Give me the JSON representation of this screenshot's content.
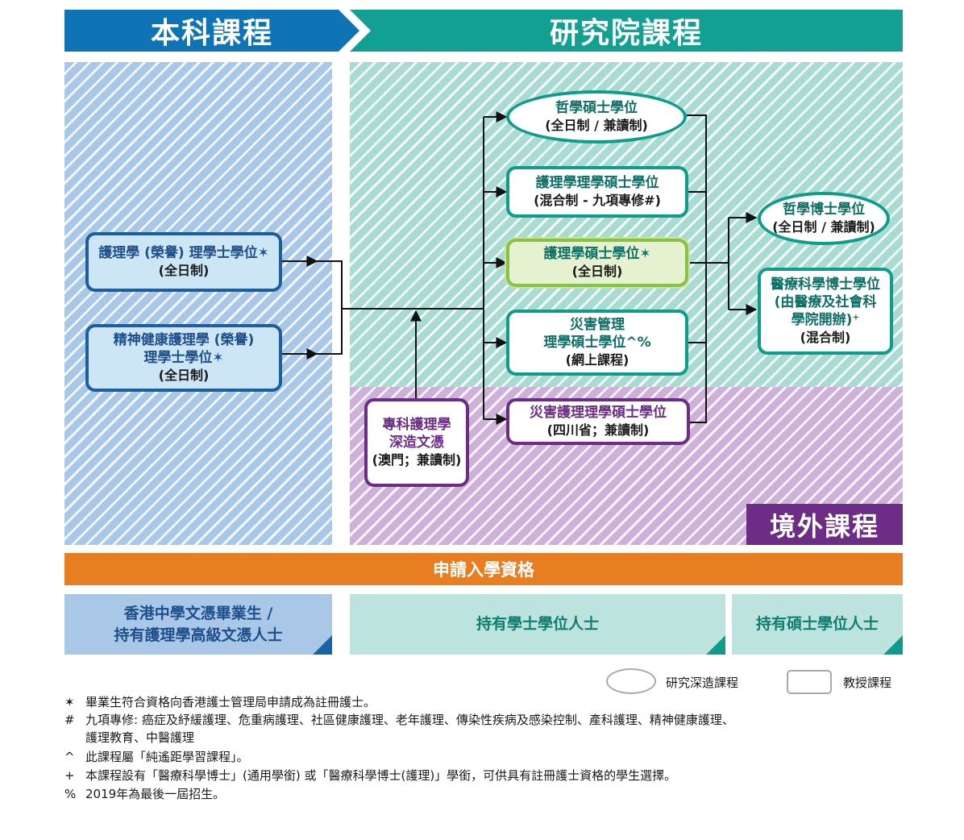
{
  "banners": {
    "undergraduate": "本科課程",
    "postgraduate": "研究院課程",
    "overseas": "境外課程"
  },
  "programmes": {
    "bn_hons": {
      "title": "護理學 (榮譽) 理學士學位✶",
      "mode": "(全日制)"
    },
    "bn_mh": {
      "title_line1": "精神健康護理學 (榮譽)",
      "title_line2": "理學士學位✶",
      "mode": "(全日制)"
    },
    "mphil": {
      "title": "哲學碩士學位",
      "mode": "(全日制 / 兼讀制)"
    },
    "msc_nursing": {
      "title": "護理學理學碩士學位",
      "mode": "(混合制 - 九項專修#)"
    },
    "mn": {
      "title": "護理學碩士學位✶",
      "mode": "(全日制)"
    },
    "disaster": {
      "title_line1": "災害管理",
      "title_line2": "理學碩士學位^%",
      "mode": "(網上課程)"
    },
    "disaster_sichuan": {
      "title": "災害護理理學碩士學位",
      "mode": "(四川省；兼讀制)"
    },
    "macau": {
      "title_line1": "專科護理學",
      "title_line2": "深造文憑",
      "mode": "(澳門；兼讀制)"
    },
    "phd": {
      "title": "哲學博士學位",
      "mode": "(全日制 / 兼讀制)"
    },
    "dhsc": {
      "title_line1": "醫療科學博士學位",
      "title_line2": "(由醫療及社會科",
      "title_line3": "學院開辦)⁺",
      "mode": "(混合制)"
    }
  },
  "admission": {
    "header": "申請入學資格",
    "hk_line1": "香港中學文憑畢業生 /",
    "hk_line2": "持有護理學高級文憑人士",
    "bachelor": "持有學士學位人士",
    "master": "持有碩士學位人士"
  },
  "legend": {
    "research": "研究深造課程",
    "taught": "教授課程"
  },
  "notes": [
    {
      "symbol": "✶",
      "text": "畢業生符合資格向香港護士管理局申請成為註冊護士。"
    },
    {
      "symbol": "#",
      "text": "九項專修: 癌症及紓緩護理、危重病護理、社區健康護理、老年護理、傳染性疾病及感染控制、產科護理、精神健康護理、",
      "text2": "護理教育、中醫護理"
    },
    {
      "symbol": "^",
      "text": "此課程屬「純遙距學習課程」。"
    },
    {
      "symbol": "+",
      "text": "本課程設有「醫療科學博士」(通用學銜) 或「醫療科學博士(護理)」學銜，可供具有註冊護士資格的學生選擇。"
    },
    {
      "symbol": "%",
      "text": "2019年為最後一屆招生。"
    }
  ],
  "colors": {
    "undergrad_banner": "#0f74b5",
    "postgrad_banner": "#11a091",
    "overseas_banner": "#6d2d86",
    "admission_bar": "#e77e22"
  }
}
